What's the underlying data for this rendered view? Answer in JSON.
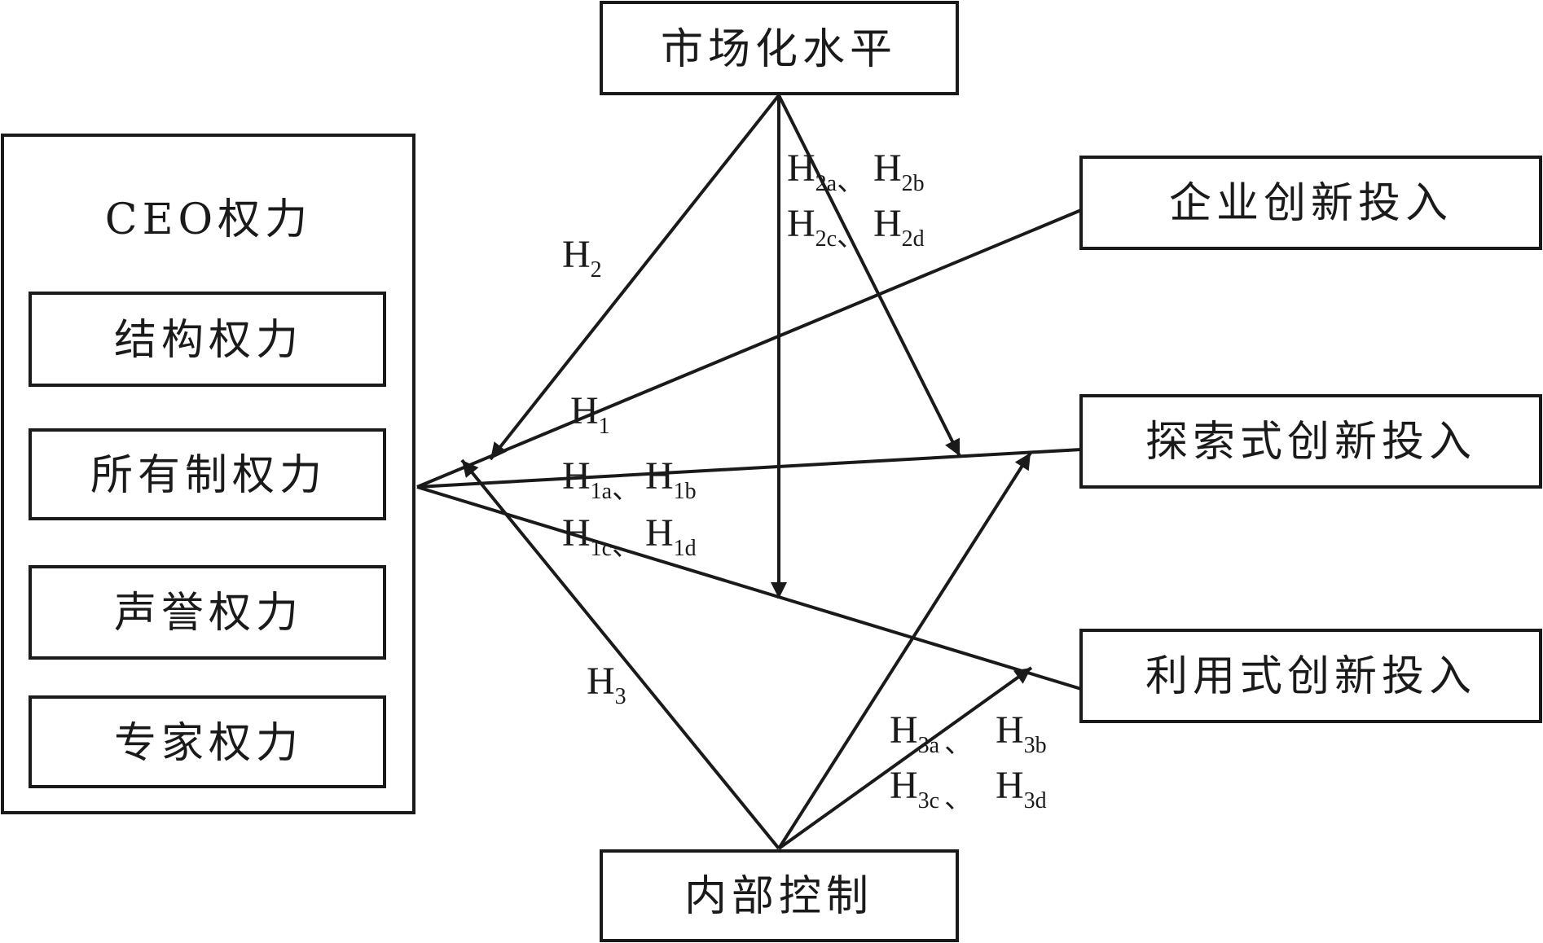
{
  "nodes": {
    "market": "市场化水平",
    "ceo_power": "CEO权力",
    "structural": "结构权力",
    "ownership": "所有制权力",
    "prestige": "声誉权力",
    "expert": "专家权力",
    "innovation": "企业创新投入",
    "exploratory": "探索式创新投入",
    "exploitative": "利用式创新投入",
    "internal": "内部控制"
  },
  "hypotheses": {
    "h1": {
      "base": "H",
      "sub": "1"
    },
    "h1a": {
      "base": "H",
      "sub": "1a"
    },
    "h1b": {
      "base": "H",
      "sub": "1b"
    },
    "h1c": {
      "base": "H",
      "sub": "1c"
    },
    "h1d": {
      "base": "H",
      "sub": "1d"
    },
    "h2": {
      "base": "H",
      "sub": "2"
    },
    "h2a": {
      "base": "H",
      "sub": "2a"
    },
    "h2b": {
      "base": "H",
      "sub": "2b"
    },
    "h2c": {
      "base": "H",
      "sub": "2c"
    },
    "h2d": {
      "base": "H",
      "sub": "2d"
    },
    "h3": {
      "base": "H",
      "sub": "3"
    },
    "h3a": {
      "base": "H",
      "sub": "3a"
    },
    "h3b": {
      "base": "H",
      "sub": "3b"
    },
    "h3c": {
      "base": "H",
      "sub": "3c"
    },
    "h3d": {
      "base": "H",
      "sub": "3d"
    }
  },
  "separator": "、",
  "colors": {
    "line": "#1a1a1a",
    "background": "#ffffff"
  }
}
